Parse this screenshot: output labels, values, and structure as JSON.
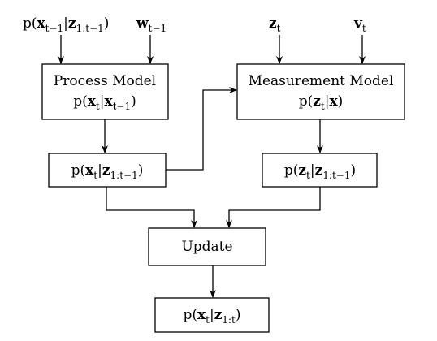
{
  "inputs": {
    "prior_prev": {
      "p": "p(",
      "x": "x",
      "x_sub": "t−1",
      "bar": "|",
      "z": "z",
      "z_sub": "1:t−1",
      "close": ")"
    },
    "process_noise": {
      "w": "w",
      "w_sub": "t−1"
    },
    "measurement": {
      "z": "z",
      "z_sub": "t"
    },
    "measurement_noise": {
      "v": "v",
      "v_sub": "t"
    }
  },
  "nodes": {
    "process_model": {
      "title": "Process Model",
      "p": "p(",
      "x": "x",
      "x_sub": "t",
      "bar": "|",
      "x2": "x",
      "x2_sub": "t−1",
      "close": ")"
    },
    "measurement_model": {
      "title": "Measurement Model",
      "p": "p(",
      "z": "z",
      "z_sub": "t",
      "bar": "|",
      "x": "x",
      "close": ")"
    },
    "prediction": {
      "p": "p(",
      "x": "x",
      "x_sub": "t",
      "bar": "|",
      "z": "z",
      "z_sub": "1:t−1",
      "close": ")"
    },
    "likelihood": {
      "p": "p(",
      "z": "z",
      "z_sub": "t",
      "bar": "|",
      "z2": "z",
      "z2_sub": "1:t−1",
      "close": ")"
    },
    "update": {
      "title": "Update"
    },
    "posterior": {
      "p": "p(",
      "x": "x",
      "x_sub": "t",
      "bar": "|",
      "z": "z",
      "z_sub": "1:t",
      "close": ")"
    }
  }
}
